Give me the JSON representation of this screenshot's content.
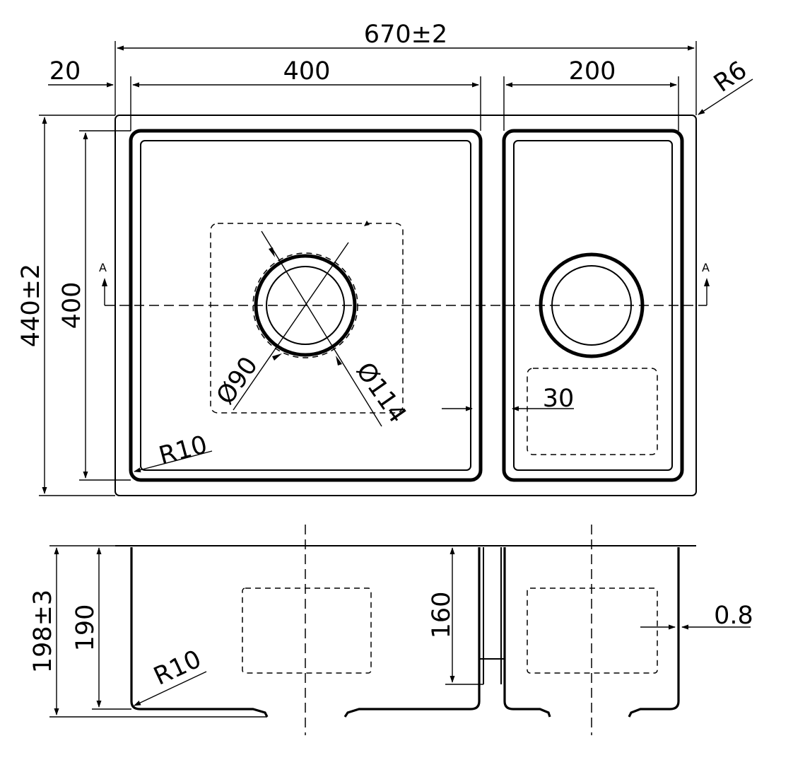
{
  "dimensions": {
    "overall_width": "670±2",
    "left_margin": "20",
    "main_bowl_width": "400",
    "small_bowl_width": "200",
    "corner_radius_outer": "R6",
    "overall_depth": "440±2",
    "main_bowl_depth": "400",
    "main_drain_diameter": "Ø90",
    "main_drain_flange_diameter": "Ø114",
    "bowl_gap": "30",
    "bowl_corner_radius": "R10",
    "total_height": "198±3",
    "bowl_height": "190",
    "small_bowl_height": "160",
    "material_thickness": "0.8",
    "bottom_corner_radius": "R10"
  },
  "section_marks": {
    "left": "A",
    "right": "A"
  },
  "colors": {
    "line": "#000000",
    "background": "#ffffff"
  }
}
